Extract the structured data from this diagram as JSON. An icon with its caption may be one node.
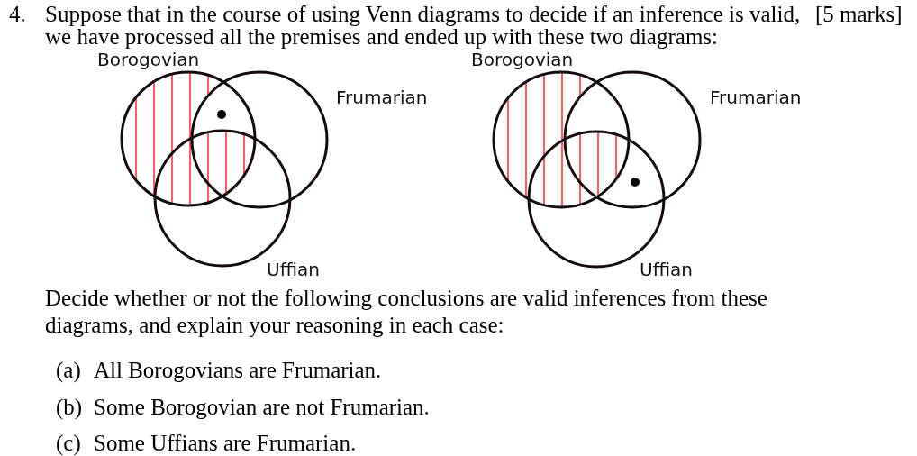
{
  "diagram": {
    "nodes": [
      {
        "text": [
          "Borogovian"
        ]
      },
      {
        "text": [
          "Frumarian"
        ]
      },
      {
        "text": [
          "Uffian"
        ]
      },
      {
        "text": [
          "Borogovian"
        ]
      },
      {
        "text": [
          "Frumarian"
        ]
      },
      {
        "text": [
          "Uffian"
        ]
      }
    ],
    "labels": [
      "4.",
      "Suppose that in the course of using Venn diagrams to decide if an inference is valid, we have processed all the premises and ended up with these two diagrams:",
      "[5 marks]",
      "Decide whether or not the following conclusions are valid inferences from these diagrams, and explain your reasoning in each case:",
      "(a)",
      "All Borogovians are Frumarian.",
      "(b)",
      "Some Borogovian are not Frumarian.",
      "(c)",
      "Some Uffians are Frumarian."
    ]
  }
}
